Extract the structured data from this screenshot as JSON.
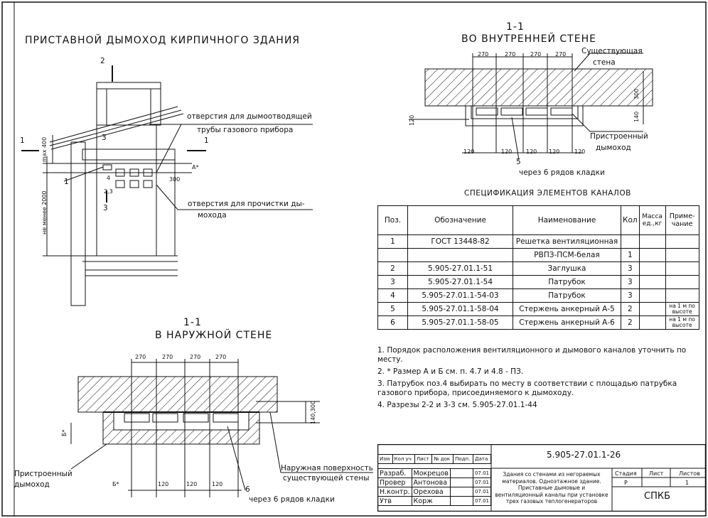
{
  "left_title": "ПРИСТАВНОЙ ДЫМОХОД КИРПИЧНОГО ЗДАНИЯ",
  "elev": {
    "mark_2": "2",
    "mark_1_left": "1",
    "mark_1_right": "1",
    "mark_3_a": "3",
    "mark_3_b": "3",
    "mark_1_pos": "1",
    "mark_4": "4",
    "mark_23": "2,3",
    "dim_max400": "max 400",
    "dim_min2000": "не менее 2000",
    "dim_a": "А*",
    "dim_300": "300",
    "callout_top_1": "отверстия для дымоотводящей",
    "callout_top_2": "трубы газового прибора",
    "callout_bot_1": "отверстия для прочистки ды-",
    "callout_bot_2": "мохода"
  },
  "sect_outer": {
    "num": "1-1",
    "title": "В НАРУЖНОЙ СТЕНЕ",
    "dims_top": [
      "270",
      "270",
      "270",
      "270"
    ],
    "dims_bot": [
      "120",
      "120",
      "120"
    ],
    "dim_b_left": "Б*",
    "dim_b_bot": "Б*",
    "dim_right": "140,300",
    "label_left_1": "Пристроенный",
    "label_left_2": "дымоход",
    "label_right_1": "Наружная поверхность",
    "label_right_2": "существующей стены",
    "mark_6": "6",
    "note_rows": "через 6 рядов кладки"
  },
  "sect_inner": {
    "num": "1-1",
    "title": "ВО ВНУТРЕННЕЙ СТЕНЕ",
    "dims_top": [
      "270",
      "270",
      "270",
      "270"
    ],
    "dims_bot": [
      "120",
      "120",
      "120",
      "120",
      "120"
    ],
    "dim_left": "120",
    "dim_300": "300",
    "dim_140": "140",
    "label_wall_1": "Существующая",
    "label_wall_2": "стена",
    "label_flue_1": "Пристроенный",
    "label_flue_2": "дымоход",
    "mark_5": "5",
    "note_rows": "через 6 рядов кладки"
  },
  "spec": {
    "title": "СПЕЦИФИКАЦИЯ ЭЛЕМЕНТОВ КАНАЛОВ",
    "headers": [
      "Поз.",
      "Обозначение",
      "Наименование",
      "Кол",
      "Масса ед.,кг",
      "Приме- чание"
    ],
    "rows": [
      [
        "1",
        "ГОСТ 13448-82",
        "Решетка вентиляционная",
        "",
        "",
        ""
      ],
      [
        "",
        "",
        "РВПЗ-ПСМ-белая",
        "1",
        "",
        ""
      ],
      [
        "2",
        "5.905-27.01.1-51",
        "Заглушка",
        "3",
        "",
        ""
      ],
      [
        "3",
        "5.905-27.01.1-54",
        "Патрубок",
        "3",
        "",
        ""
      ],
      [
        "4",
        "5.905-27.01.1-54-03",
        "Патрубок",
        "3",
        "",
        ""
      ],
      [
        "5",
        "5.905-27.01.1-58-04",
        "Стержень анкерный А-5",
        "2",
        "",
        "на 1 м по высоте"
      ],
      [
        "6",
        "5.905-27.01.1-58-05",
        "Стержень анкерный А-6",
        "2",
        "",
        "на 1 м по высоте"
      ]
    ]
  },
  "notes": [
    "1. Порядок расположения вентиляционного и дымового каналов уточнить по месту.",
    "2. * Размер А и Б см. п. 4.7 и 4.8 - ПЗ.",
    "3. Патрубок поз.4 выбирать по месту в соответствии с площадью патрубка газового прибора, присоединяемого к дымоходу.",
    "4. Разрезы 2-2 и 3-3 см. 5.905-27.01.1-44"
  ],
  "stamp": {
    "code": "5.905-27.01.1-26",
    "head": [
      "Изм",
      "Кол уч",
      "Лист",
      "№ док",
      "Подп.",
      "Дата"
    ],
    "people": [
      [
        "Разраб.",
        "Мокрецов",
        "07.01"
      ],
      [
        "Провер",
        "Антонова",
        "07.01"
      ],
      [
        "Н.контр.",
        "Орехова",
        "07.01"
      ],
      [
        "Утв",
        "Корж",
        "07.01"
      ]
    ],
    "desc": "Здания со стенами из негораемых материалов. Одноэтажное здание. Приставные дымовые и вентиляционный каналы при установке трех газовых теплогенераторов",
    "stage_h": "Стадия",
    "sheet_h": "Лист",
    "sheets_h": "Листов",
    "stage": "Р",
    "sheets": "1",
    "org": "СПКБ"
  }
}
